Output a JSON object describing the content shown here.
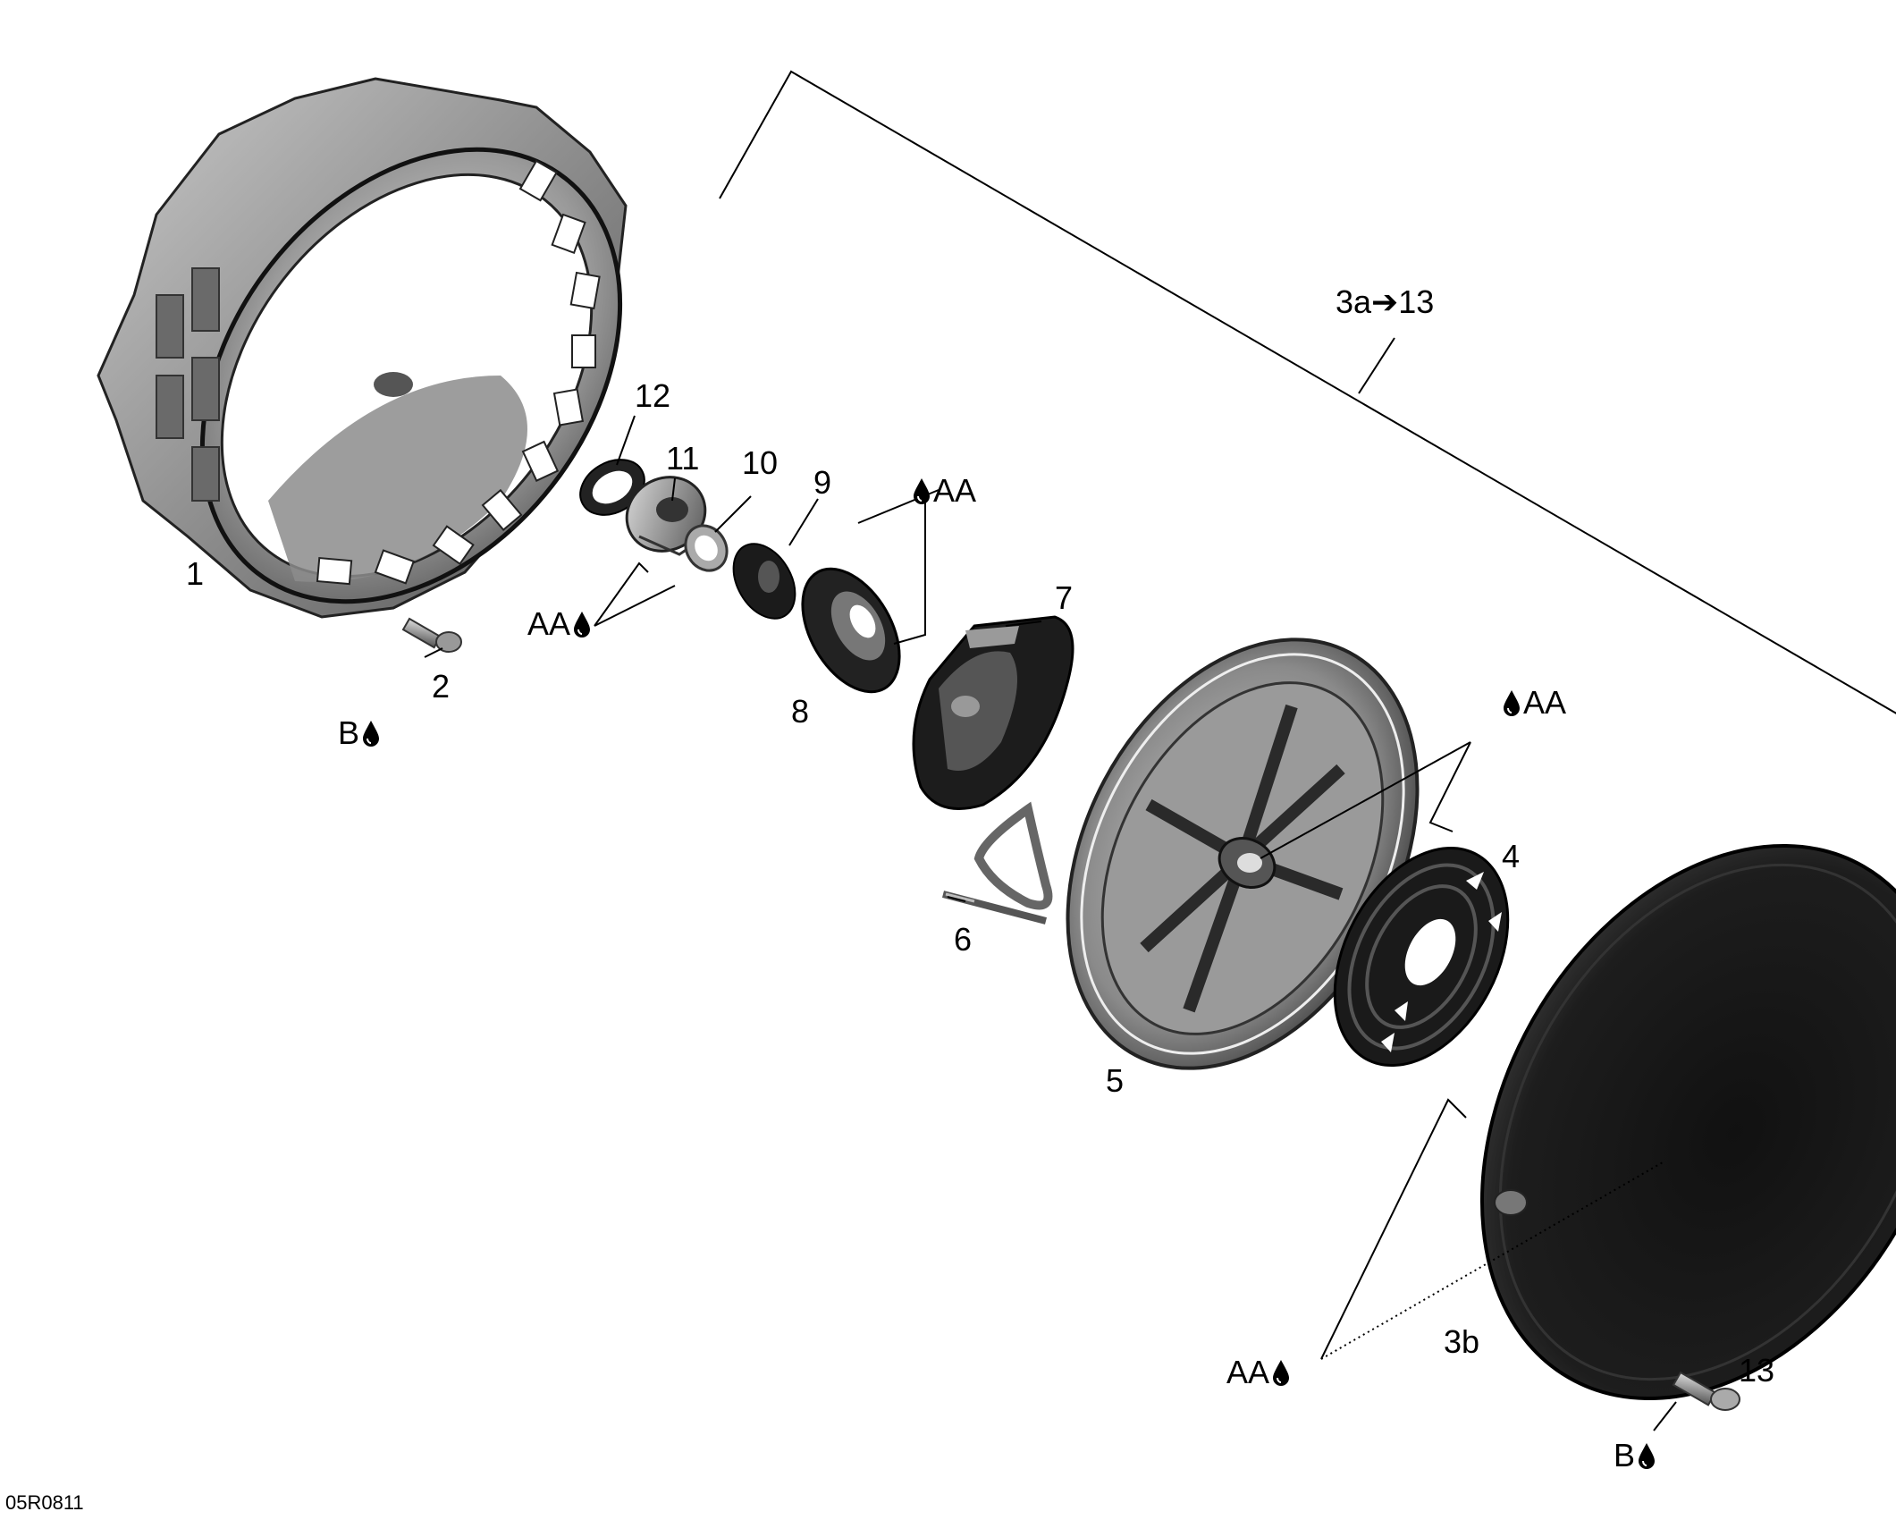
{
  "labels": {
    "p1": "1",
    "p2": "2",
    "p3b": "3b",
    "p4": "4",
    "p5": "5",
    "p6": "6",
    "p7": "7",
    "p8": "8",
    "p9": "9",
    "p10": "10",
    "p11": "11",
    "p12": "12",
    "p13": "13",
    "kit": "3a➔13",
    "aa": "AA",
    "b": "B"
  },
  "drawing_code": "05R0811",
  "icons": {
    "lubricant": "oil-drop-icon"
  },
  "colors": {
    "line": "#000000",
    "part_dark": "#1c1c1c",
    "part_mid": "#6d6d6d",
    "part_light": "#b8b8b8"
  }
}
